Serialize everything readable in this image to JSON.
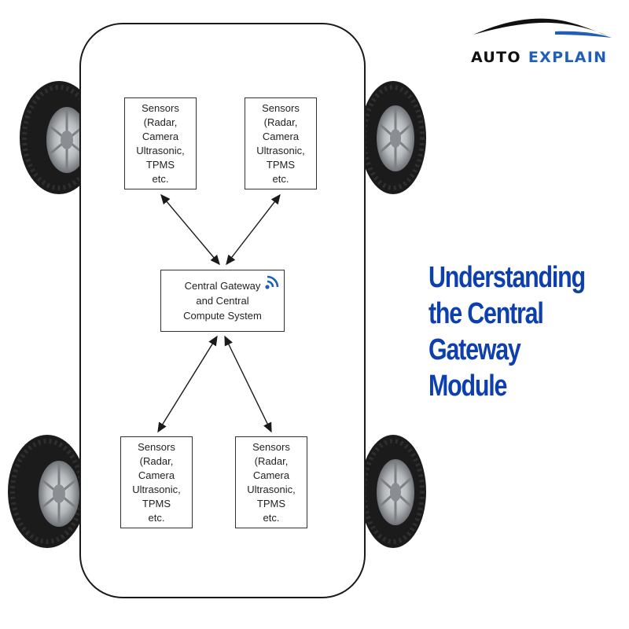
{
  "brand": {
    "word1": "AUTO",
    "word2": "EXPLAIN",
    "color_dark": "#111111",
    "color_accent": "#1f5fb8"
  },
  "headline": {
    "lines": [
      "Understanding",
      "the Central",
      "Gateway",
      "Module"
    ],
    "color": "#0d3fae"
  },
  "diagram": {
    "sensor_label": "Sensors\n(Radar,\nCamera\nUltrasonic,\nTPMS\netc.",
    "gateway_label": "Central Gateway\nand Central\nCompute System",
    "gateway_icon": "wireless-signal-icon",
    "connectors": "bidirectional-arrows"
  },
  "illustration": {
    "vehicle": "car-chassis-top-view",
    "wheels": [
      "tire-front-left",
      "tire-front-right",
      "tire-rear-left",
      "tire-rear-right"
    ],
    "tire_color": "#1b1b1b",
    "rim_color": "#b9bcbf"
  }
}
